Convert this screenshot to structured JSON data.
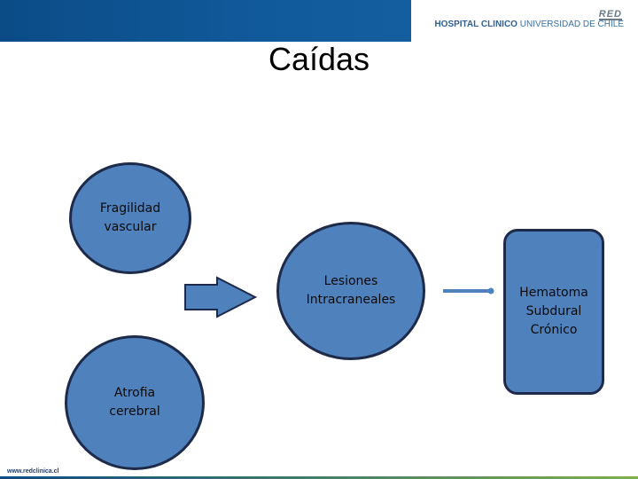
{
  "header": {
    "logo_red": "RED",
    "logo_hospital": "HOSPITAL CLINICO",
    "logo_university": " UNIVERSIDAD DE CHILE"
  },
  "slide": {
    "title": "Caídas"
  },
  "nodes": {
    "fragilidad": "Fragilidad\nvascular",
    "atrofia": "Atrofia\ncerebral",
    "lesiones": "Lesiones\nIntracraneales",
    "hematoma": "Hematoma\nSubdural\nCrónico"
  },
  "footer": {
    "url": "www.redclinica.cl"
  },
  "colors": {
    "node_fill": "#4f81bd",
    "node_border": "#1d2a4a",
    "header_blue": "#10599a"
  }
}
